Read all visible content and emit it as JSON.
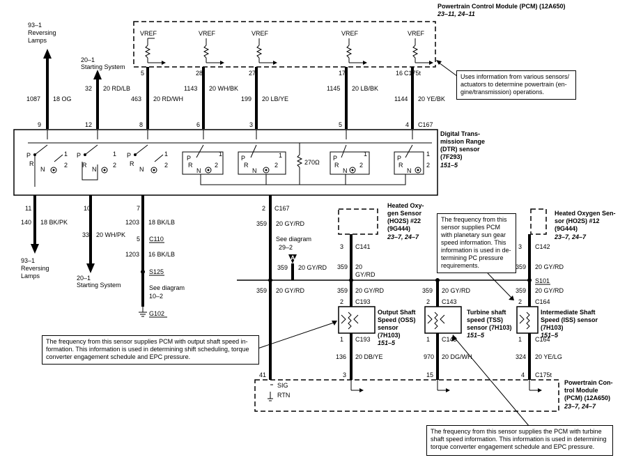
{
  "pcm_top": {
    "title": "Powertrain Control Module (PCM) (12A650)",
    "ref": "23–11, 24–11",
    "vref": "VREF",
    "connector": "C175t",
    "pins": [
      "5",
      "28",
      "27",
      "17",
      "16"
    ]
  },
  "notes": {
    "pcm_top": "Uses information from various sensors/ actuators to determine powertrain (en- gine/transmission) operations.",
    "oss": "The frequency from this sensor supplies PCM with output shaft speed in- formation. This information is used in determining shift scheduling, torque converter engagement schedule and EPC pressure.",
    "pss": "The frequency from this sensor supplies PCM with planetary sun gear speed information. This information is used in de- termining PC pressure requirements.",
    "tss": "The frequency from this sensor supplies the PCM with turbine shaft speed information. This information is used in determining torque converter engagement schedule and EPC pressure."
  },
  "top_wires": [
    {
      "circuit": "1087",
      "wire": "18 OG"
    },
    {
      "circuit": "32",
      "wire": "20 RD/LB"
    },
    {
      "circuit": "463",
      "wire": "20 RD/WH"
    },
    {
      "circuit": "1143",
      "wire": "20 WH/BK"
    },
    {
      "circuit": "199",
      "wire": "20 LB/YE"
    },
    {
      "circuit": "1145",
      "wire": "20 LB/BK"
    },
    {
      "circuit": "1144",
      "wire": "20 YE/BK"
    }
  ],
  "dest": {
    "reversing_top_num": "93–1",
    "reversing_top_label1": "Reversing",
    "reversing_top_label2": "Lamps",
    "starting_top_num": "20–1",
    "starting_top_label": "Starting System",
    "reversing_bot_num": "93–1",
    "reversing_bot_label1": "Reversing",
    "reversing_bot_label2": "Lamps",
    "starting_bot_num": "20–1",
    "starting_bot_label": "Starting System"
  },
  "dtr": {
    "line1": "Digital Trans-",
    "line2": "mission Range",
    "line3": "(DTR) sensor",
    "line4": "(7F293)",
    "ref": "151–5",
    "connector": "C167",
    "top_pins": [
      "9",
      "12",
      "8",
      "6",
      "3",
      "5",
      "4"
    ],
    "resistor": "270Ω",
    "sw_p": "P",
    "sw_r": "R",
    "sw_n": "N",
    "sw_1": "1",
    "sw_2": "2",
    "bottom_pins": [
      "11",
      "10",
      "7",
      "2"
    ],
    "bottom_connector": "C167"
  },
  "bottom_left": {
    "w140": "140",
    "w140_color": "18 BK/PK",
    "w33": "33",
    "w33_color": "20 WH/PK",
    "w1203": "1203",
    "w1203_color": "18 BK/LB",
    "c110_pin": "5",
    "c110": "C110",
    "w1203b": "1203",
    "w1203b_color": "16 BK/LB",
    "s125": "S125",
    "see_diagram": "See diagram",
    "see_ref": "10–2",
    "ground": "G102"
  },
  "main_sig": {
    "w359": "359",
    "color": "20 GY/RD",
    "see_diagram": "See diagram",
    "see_ref": "29–2",
    "marker": "A",
    "w359b": "359",
    "colorb": "20 GY/RD",
    "w359c": "359",
    "colorc": "20 GY/RD",
    "s101": "S101"
  },
  "ho2s22": {
    "line1": "Heated Oxy-",
    "line2": "gen Sensor",
    "line3": "(HO2S) #22",
    "line4": "(9G444)",
    "ref": "23–7, 24–7",
    "pin": "3",
    "connector": "C141",
    "w": "359",
    "color1": "20",
    "color2": "GY/RD"
  },
  "ho2s12": {
    "line1": "Heated Oxygen Sen-",
    "line2": "sor (HO2S) #12",
    "line3": "(9G444)",
    "ref": "23–7, 24–7",
    "pin": "3",
    "connector": "C142",
    "w": "359",
    "color": "20 GY/RD"
  },
  "oss": {
    "line1": "Output Shaft",
    "line2": "Speed (OSS)",
    "line3": "sensor",
    "line4": "(7H103)",
    "ref": "151–5",
    "w_top": "359",
    "color_top": "20 GY/RD",
    "pin_top": "2",
    "conn_top": "C193",
    "pin_bot": "1",
    "conn_bot": "C193",
    "w_bot": "136",
    "color_bot": "20 DB/YE",
    "pcm_pin": "3"
  },
  "tss": {
    "line1": "Turbine shaft",
    "line2": "speed (TSS)",
    "line3": "sensor (7H103)",
    "ref": "151–5",
    "w_top": "359",
    "color_top": "20 GY/RD",
    "pin_top": "2",
    "conn_top": "C143",
    "pin_bot": "1",
    "conn_bot": "C143",
    "w_bot": "970",
    "color_bot": "20 DG/WH",
    "pcm_pin": "15"
  },
  "iss": {
    "line1": "Intermediate Shaft",
    "line2": "Speed (ISS) sensor",
    "line3": "(7H103)",
    "ref": "151–5",
    "w_top": "359",
    "color_top": "20 GY/RD",
    "pin_top": "2",
    "conn_top": "C164",
    "pin_bot": "1",
    "conn_bot": "C164",
    "w_bot": "324",
    "color_bot": "20 YE/LG",
    "pcm_pin": "4"
  },
  "pcm_bot": {
    "line1": "Powertrain Con-",
    "line2": "trol Module",
    "line3": "(PCM) (12A650)",
    "ref": "23–7, 24–7",
    "pin": "41",
    "sig": "SIG",
    "rtn": "RTN",
    "connector": "C175t"
  }
}
